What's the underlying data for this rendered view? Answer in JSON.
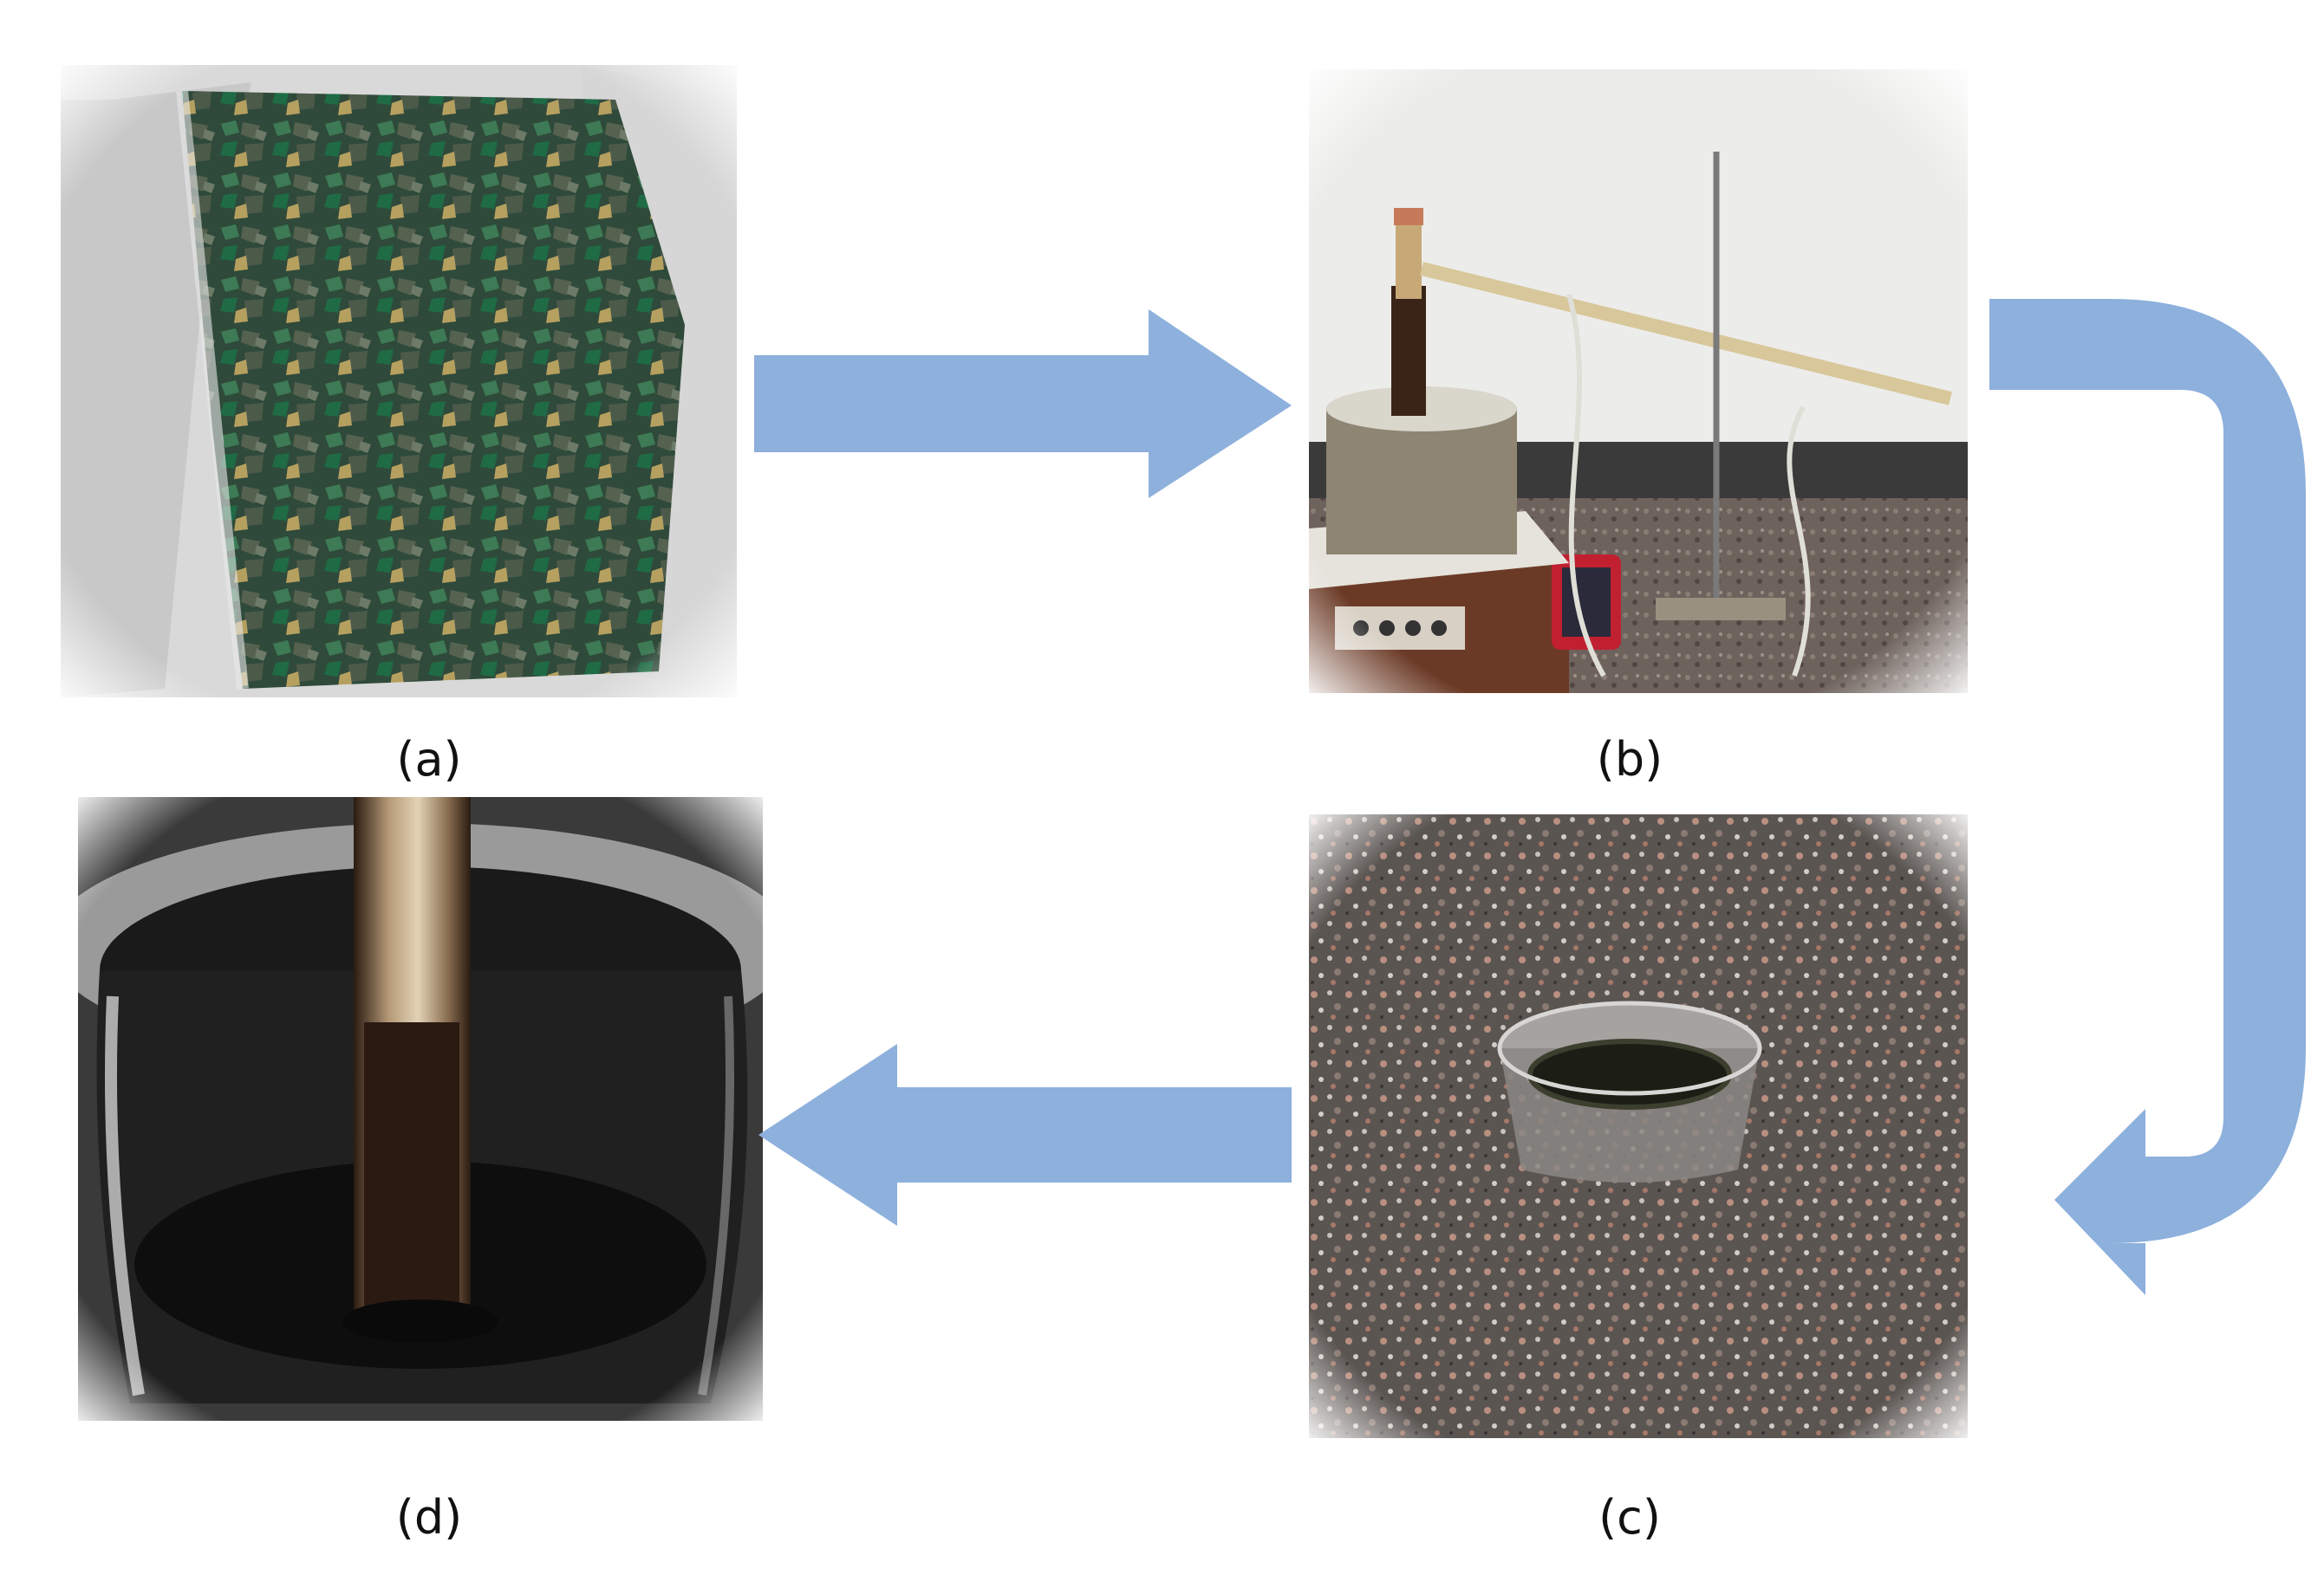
{
  "panels": [
    {
      "id": "a",
      "label": "(a)",
      "photo": "plastic-flakes-in-bag"
    },
    {
      "id": "b",
      "label": "(b)",
      "photo": "pyrolysis-apparatus"
    },
    {
      "id": "c",
      "label": "(c)",
      "photo": "oil-in-glass-bowl"
    },
    {
      "id": "d",
      "label": "(d)",
      "photo": "dark-liquid-in-metal-container"
    }
  ],
  "flow": [
    "a",
    "b",
    "c",
    "d"
  ],
  "colors": {
    "arrow": "#8db0dc",
    "caption": "#111111",
    "background": "#ffffff"
  }
}
